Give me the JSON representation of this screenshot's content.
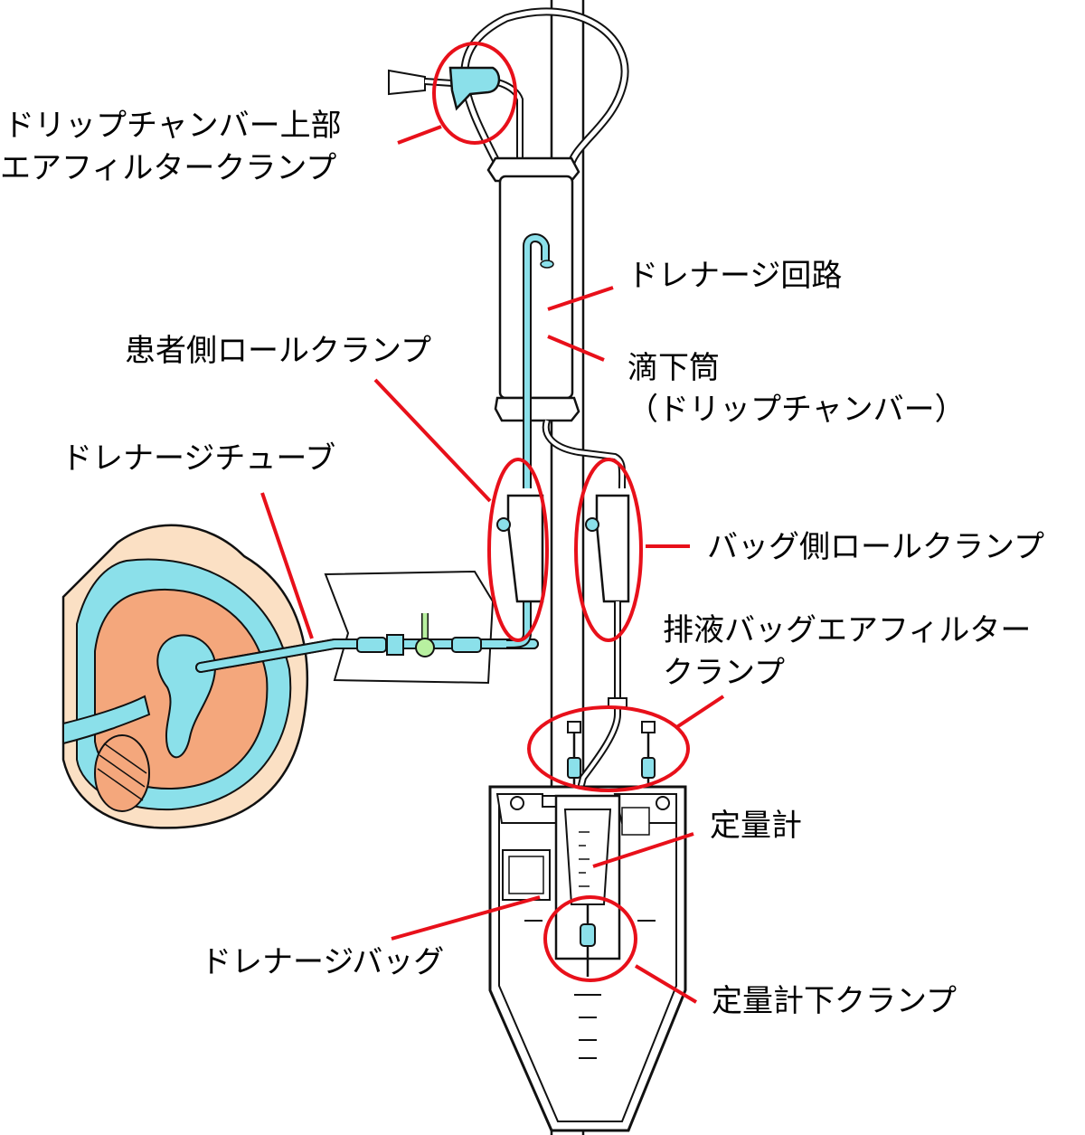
{
  "labels": {
    "drip_top_clamp_line1": "ドリップチャンバー上部",
    "drip_top_clamp_line2": "エアフィルタークランプ",
    "drainage_circuit": "ドレナージ回路",
    "drip_chamber_line1": "滴下筒",
    "drip_chamber_line2": "（ドリップチャンバー）",
    "patient_roll_clamp": "患者側ロールクランプ",
    "drainage_tube": "ドレナージチューブ",
    "bag_roll_clamp": "バッグ側ロールクランプ",
    "bag_filter_clamp_line1": "排液バッグエアフィルター",
    "bag_filter_clamp_line2": "クランプ",
    "meter": "定量計",
    "drainage_bag": "ドレナージバッグ",
    "meter_lower_clamp": "定量計下クランプ"
  },
  "colors": {
    "leader": "#e8101a",
    "tube_fill": "#8be0ea",
    "brain_tissue": "#f4a77c",
    "skin": "#fbe0c4",
    "valve_green": "#b8f0a0",
    "outline": "#111111"
  }
}
